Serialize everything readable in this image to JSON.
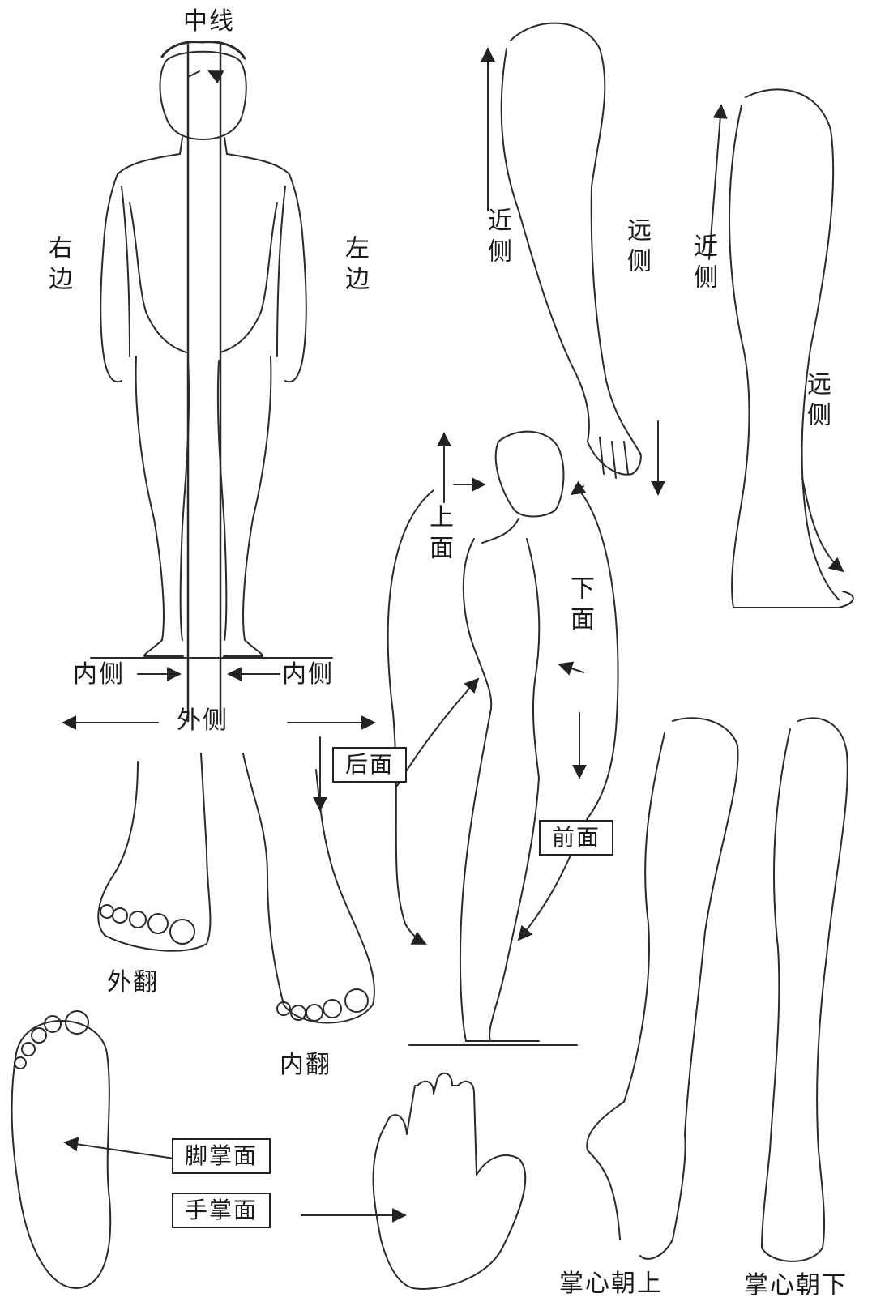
{
  "labels": {
    "midline": "中线",
    "right_side": "右边",
    "left_side": "左边",
    "medial_left": "内侧",
    "medial_right": "内侧",
    "lateral": "外侧",
    "arm_proximal": "近侧",
    "arm_distal": "远侧",
    "leg_proximal": "近侧",
    "leg_distal": "远侧",
    "superior": "上面",
    "inferior": "下面",
    "posterior": "后面",
    "anterior": "前面",
    "eversion": "外翻",
    "inversion": "内翻",
    "plantar_surface": "脚掌面",
    "palmar_surface": "手掌面",
    "palm_up": "掌心朝上",
    "palm_down": "掌心朝下"
  }
}
